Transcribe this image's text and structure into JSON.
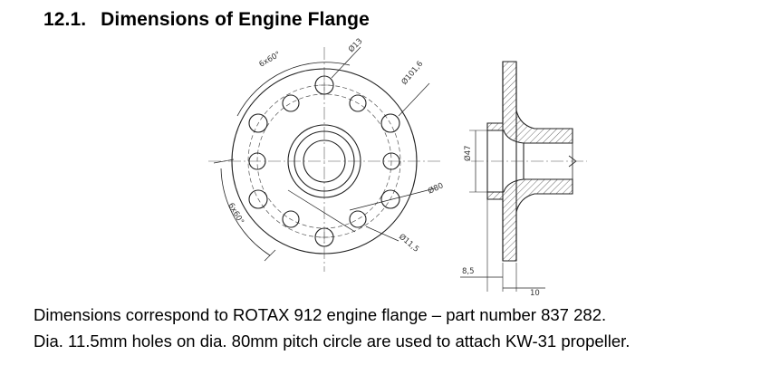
{
  "section": {
    "number": "12.1.",
    "title": "Dimensions of Engine Flange"
  },
  "drawing": {
    "front_view_labels": {
      "angle_top": "6x60°",
      "angle_left": "6x60°",
      "dia_13": "Ø13",
      "dia_101_6": "Ø101,6",
      "dia_80": "Ø80",
      "dia_11_5": "Ø11,5"
    },
    "side_view_labels": {
      "dia_47": "Ø47",
      "dim_8_5": "8,5",
      "dim_10": "10"
    }
  },
  "caption": {
    "line1": "Dimensions correspond to ROTAX 912 engine flange – part number 837 282.",
    "line2": "Dia. 11.5mm holes on dia. 80mm pitch circle are used to attach KW-31 propeller."
  }
}
